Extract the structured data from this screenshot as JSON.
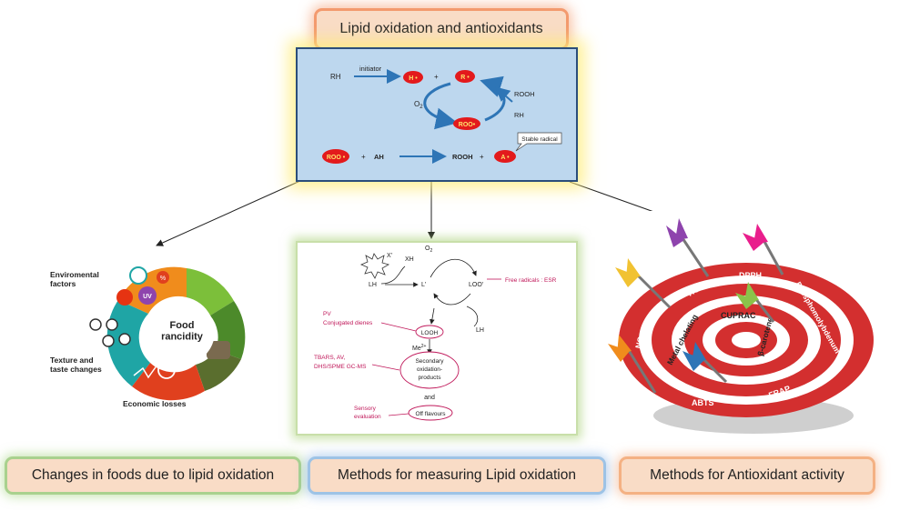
{
  "title": "Lipid oxidation and antioxidants",
  "mechanism": {
    "rh": "RH",
    "initiator": "initiator",
    "h_radical": "H •",
    "plus1": "+",
    "r_radical": "R •",
    "o2": "O",
    "o2_sub": "2",
    "rooh": "ROOH",
    "rh2": "RH",
    "roo_radical": "ROO•",
    "roo2": "ROO •",
    "plus2": "+",
    "ah": "AH",
    "rooh2": "ROOH",
    "plus3": "+",
    "a_radical": "A •",
    "stable": "Stable radical"
  },
  "food": {
    "env": "Enviromental\nfactors",
    "center": "Food\nrancidity",
    "texture": "Texture and\ntaste changes",
    "economic": "Economic losses",
    "uv": "UV",
    "percent": "%"
  },
  "methods": {
    "o2": "O",
    "o2_sub": "2",
    "x_radical": "X'",
    "xh": "XH",
    "lh1": "LH",
    "l_radical": "L'",
    "loo": "LOO'",
    "free_radicals": "Free radicals : ESR",
    "pv": "PV",
    "conj": "Conjugated dienes",
    "looh": "LOOH",
    "lh2": "LH",
    "me": "Me",
    "me_sup": "2+",
    "tbars": "TBARS, AV,",
    "dhs": "DHS/SPME GC-MS",
    "secondary": [
      "Secondary",
      "oxidation-",
      "products"
    ],
    "and": "and",
    "sensory": [
      "Sensory",
      "evaluation"
    ],
    "off": "Off flavours"
  },
  "target": {
    "dpph": "DPPH",
    "ho": "HO",
    "phospho": "Phosphomolybdenum",
    "metal": "Metal chelating",
    "cuprac": "CUPRAC",
    "carotene": "β-carotene",
    "no": "NO",
    "frap": "FRAP",
    "abts": "ABTS"
  },
  "bottom": {
    "changes": "Changes in foods due to lipid oxidation",
    "measuring": "Methods for measuring Lipid oxidation",
    "antioxidant": "Methods for Antioxidant activity"
  },
  "colors": {
    "radical_fill": "#e31a1c",
    "radical_text": "#ffe36b",
    "arrow_blue": "#2e75b6",
    "method_red": "#c0185a",
    "target_red": "#d32f2f"
  }
}
